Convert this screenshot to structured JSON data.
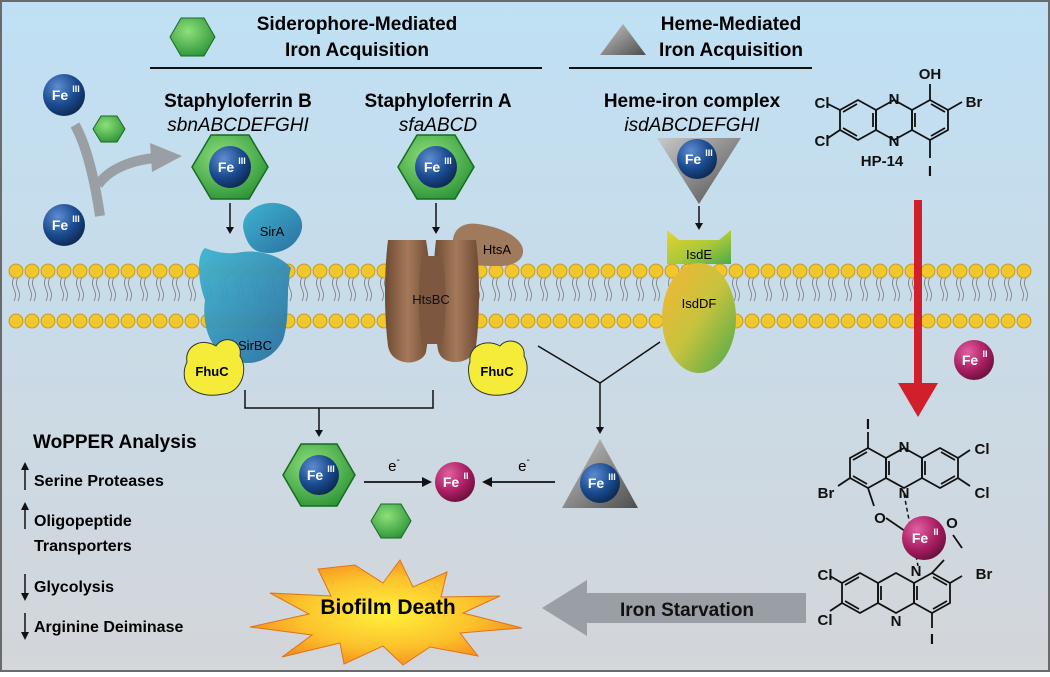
{
  "sections": {
    "siderophore_title": [
      "Siderophore-Mediated",
      "Iron Acquisition"
    ],
    "heme_title": [
      "Heme-Mediated",
      "Iron Acquisition"
    ]
  },
  "pathways": {
    "staphyloferrin_b": {
      "name": "Staphyloferrin B",
      "genes": "sbnABCDEFGHI"
    },
    "staphyloferrin_a": {
      "name": "Staphyloferrin A",
      "genes": "sfaABCD"
    },
    "heme": {
      "name": "Heme-iron complex",
      "genes": "isdABCDEFGHI"
    }
  },
  "ions": {
    "fe3_base": "Fe",
    "fe3_sup": "III",
    "fe2_base": "Fe",
    "fe2_sup": "II"
  },
  "proteins": {
    "sira": "SirA",
    "sirbc": "SirBC",
    "fhuc1": "FhuC",
    "htsa": "HtsA",
    "htsbc": "HtsBC",
    "fhuc2": "FhuC",
    "isde": "IsdE",
    "isddf": "IsdDF"
  },
  "electron": {
    "base": "e",
    "sup": "-"
  },
  "compound": {
    "name": "HP-14",
    "top_atoms": {
      "oh": "OH",
      "br": "Br",
      "cl1": "Cl",
      "cl2": "Cl",
      "n1": "N",
      "n2": "N",
      "i": "I"
    },
    "bottom_atoms": {
      "i1": "I",
      "n1": "N",
      "cl1": "Cl",
      "br1": "Br",
      "n2": "N",
      "cl2": "Cl",
      "o1": "O",
      "o2": "O",
      "n3": "N",
      "cl3": "Cl",
      "br2": "Br",
      "cl4": "Cl",
      "n4": "N",
      "i2": "I"
    }
  },
  "wopper": {
    "title": "WoPPER Analysis",
    "items": [
      {
        "direction": "up",
        "lines": [
          "Serine Proteases"
        ]
      },
      {
        "direction": "up",
        "lines": [
          "Oligopeptide",
          "Transporters"
        ]
      },
      {
        "direction": "down",
        "lines": [
          "Glycolysis"
        ]
      },
      {
        "direction": "down",
        "lines": [
          "Arginine Deiminase"
        ]
      }
    ]
  },
  "outcome": {
    "starvation": "Iron Starvation",
    "death": "Biofilm Death"
  },
  "colors": {
    "hex_green": "#2fa83c",
    "membrane_head": "#f2c62c",
    "fe3_blue": "#173f7a",
    "fe2_magenta": "#b0256a",
    "red_arrow": "#d11f2c",
    "gray_arrow": "#9a9ea5",
    "htsbc_brown": "#8d6347",
    "sir_blue": "#3a9cc0",
    "fhuc_yellow": "#f5ec3a",
    "burst_orange": "#f7941d"
  },
  "icons": [
    "hexagon-icon",
    "triangle-icon",
    "fe3-ion-icon",
    "fe2-ion-icon",
    "membrane-icon",
    "arrow-icon",
    "burst-icon"
  ]
}
